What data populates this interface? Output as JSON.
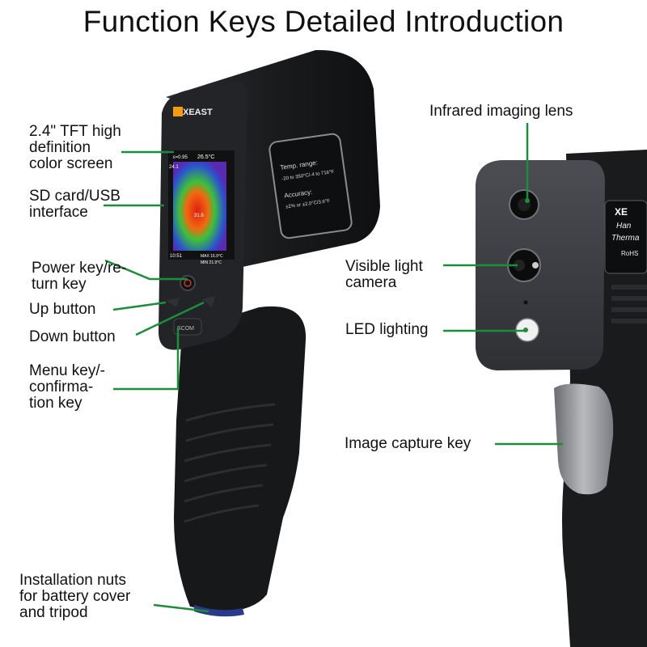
{
  "title": "Function Keys Detailed Introduction",
  "labels": {
    "screen": "2.4\" TFT high\ndefinition\ncolor screen",
    "sd": "SD card/USB\ninterface",
    "power": "Power key/re-\nturn key",
    "up": "Up button",
    "down": "Down button",
    "menu": "Menu key/-\nconfirma-\ntion key",
    "nuts": "Installation nuts\nfor battery cover\nand tripod",
    "ir_lens": "Infrared imaging lens",
    "visible": "Visible light\ncamera",
    "led": "LED lighting",
    "capture": "Image capture key"
  },
  "device": {
    "brand": "XEAST",
    "panel_range_title": "Temp. range:",
    "panel_range_value": "-20 to 350°C/-4 to 716°F",
    "panel_acc_title": "Accuracy:",
    "panel_acc_value": "±2% or ±2.0°C/3.6°F",
    "screen_temp": "26.5°C",
    "screen_emis": "ε=0.95",
    "screen_center": "31.8",
    "screen_time": "10:51",
    "screen_max": "MAX 16.9°C",
    "screen_min": "MIN 21.9°C",
    "screen_side": "24.1",
    "key_label": "SCOM",
    "right_brand": "XE",
    "right_l1": "Han",
    "right_l2": "Therma",
    "right_rohs": "RoHS"
  },
  "colors": {
    "pointer": "#1a8f3a",
    "body": "#1b1c1e"
  }
}
